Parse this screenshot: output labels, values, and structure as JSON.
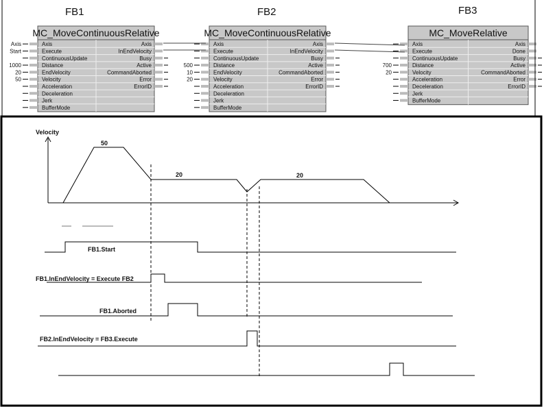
{
  "blocks": [
    {
      "label": "FB1",
      "type": "MC_MoveContinuousRelative",
      "inputs": [
        "Axis",
        "Execute",
        "ContinuousUpdate",
        "Distance",
        "EndVelocity",
        "Velocity",
        "Acceleration",
        "Deceleration",
        "Jerk",
        "BufferMode"
      ],
      "input_values": [
        "Axis",
        "Start",
        "",
        "1000",
        "20",
        "50",
        "",
        "",
        "",
        ""
      ],
      "outputs": [
        "Axis",
        "InEndVelocity",
        "Busy",
        "Active",
        "CommandAborted",
        "Error",
        "ErrorID"
      ]
    },
    {
      "label": "FB2",
      "type": "MC_MoveContinuousRelative",
      "inputs": [
        "Axis",
        "Execute",
        "ContinuousUpdate",
        "Distance",
        "EndVelocity",
        "Velocity",
        "Acceleration",
        "Deceleration",
        "Jerk",
        "BufferMode"
      ],
      "input_values": [
        "",
        "",
        "",
        "500",
        "10",
        "20",
        "",
        "",
        "",
        ""
      ],
      "outputs": [
        "Axis",
        "InEndVelocity",
        "Busy",
        "Active",
        "CommandAborted",
        "Error",
        "ErrorID"
      ]
    },
    {
      "label": "FB3",
      "type": "MC_MoveRelative",
      "inputs": [
        "Axis",
        "Execute",
        "ContinuousUpdate",
        "Distance",
        "Velocity",
        "Acceleration",
        "Deceleration",
        "Jerk",
        "BufferMode"
      ],
      "input_values": [
        "",
        "",
        "",
        "700",
        "20",
        "",
        "",
        "",
        ""
      ],
      "outputs": [
        "Axis",
        "Done",
        "Busy",
        "Active",
        "CommandAborted",
        "Error",
        "ErrorID"
      ]
    }
  ],
  "timing": {
    "y_axis_label": "Velocity",
    "velocity_labels": [
      "50",
      "20",
      "20"
    ],
    "signals": [
      "FB1.Start",
      "FB1.InEndVelocity = Execute FB2",
      "FB1.Aborted",
      "FB2.InEndVelocity = FB3.Execute"
    ]
  }
}
